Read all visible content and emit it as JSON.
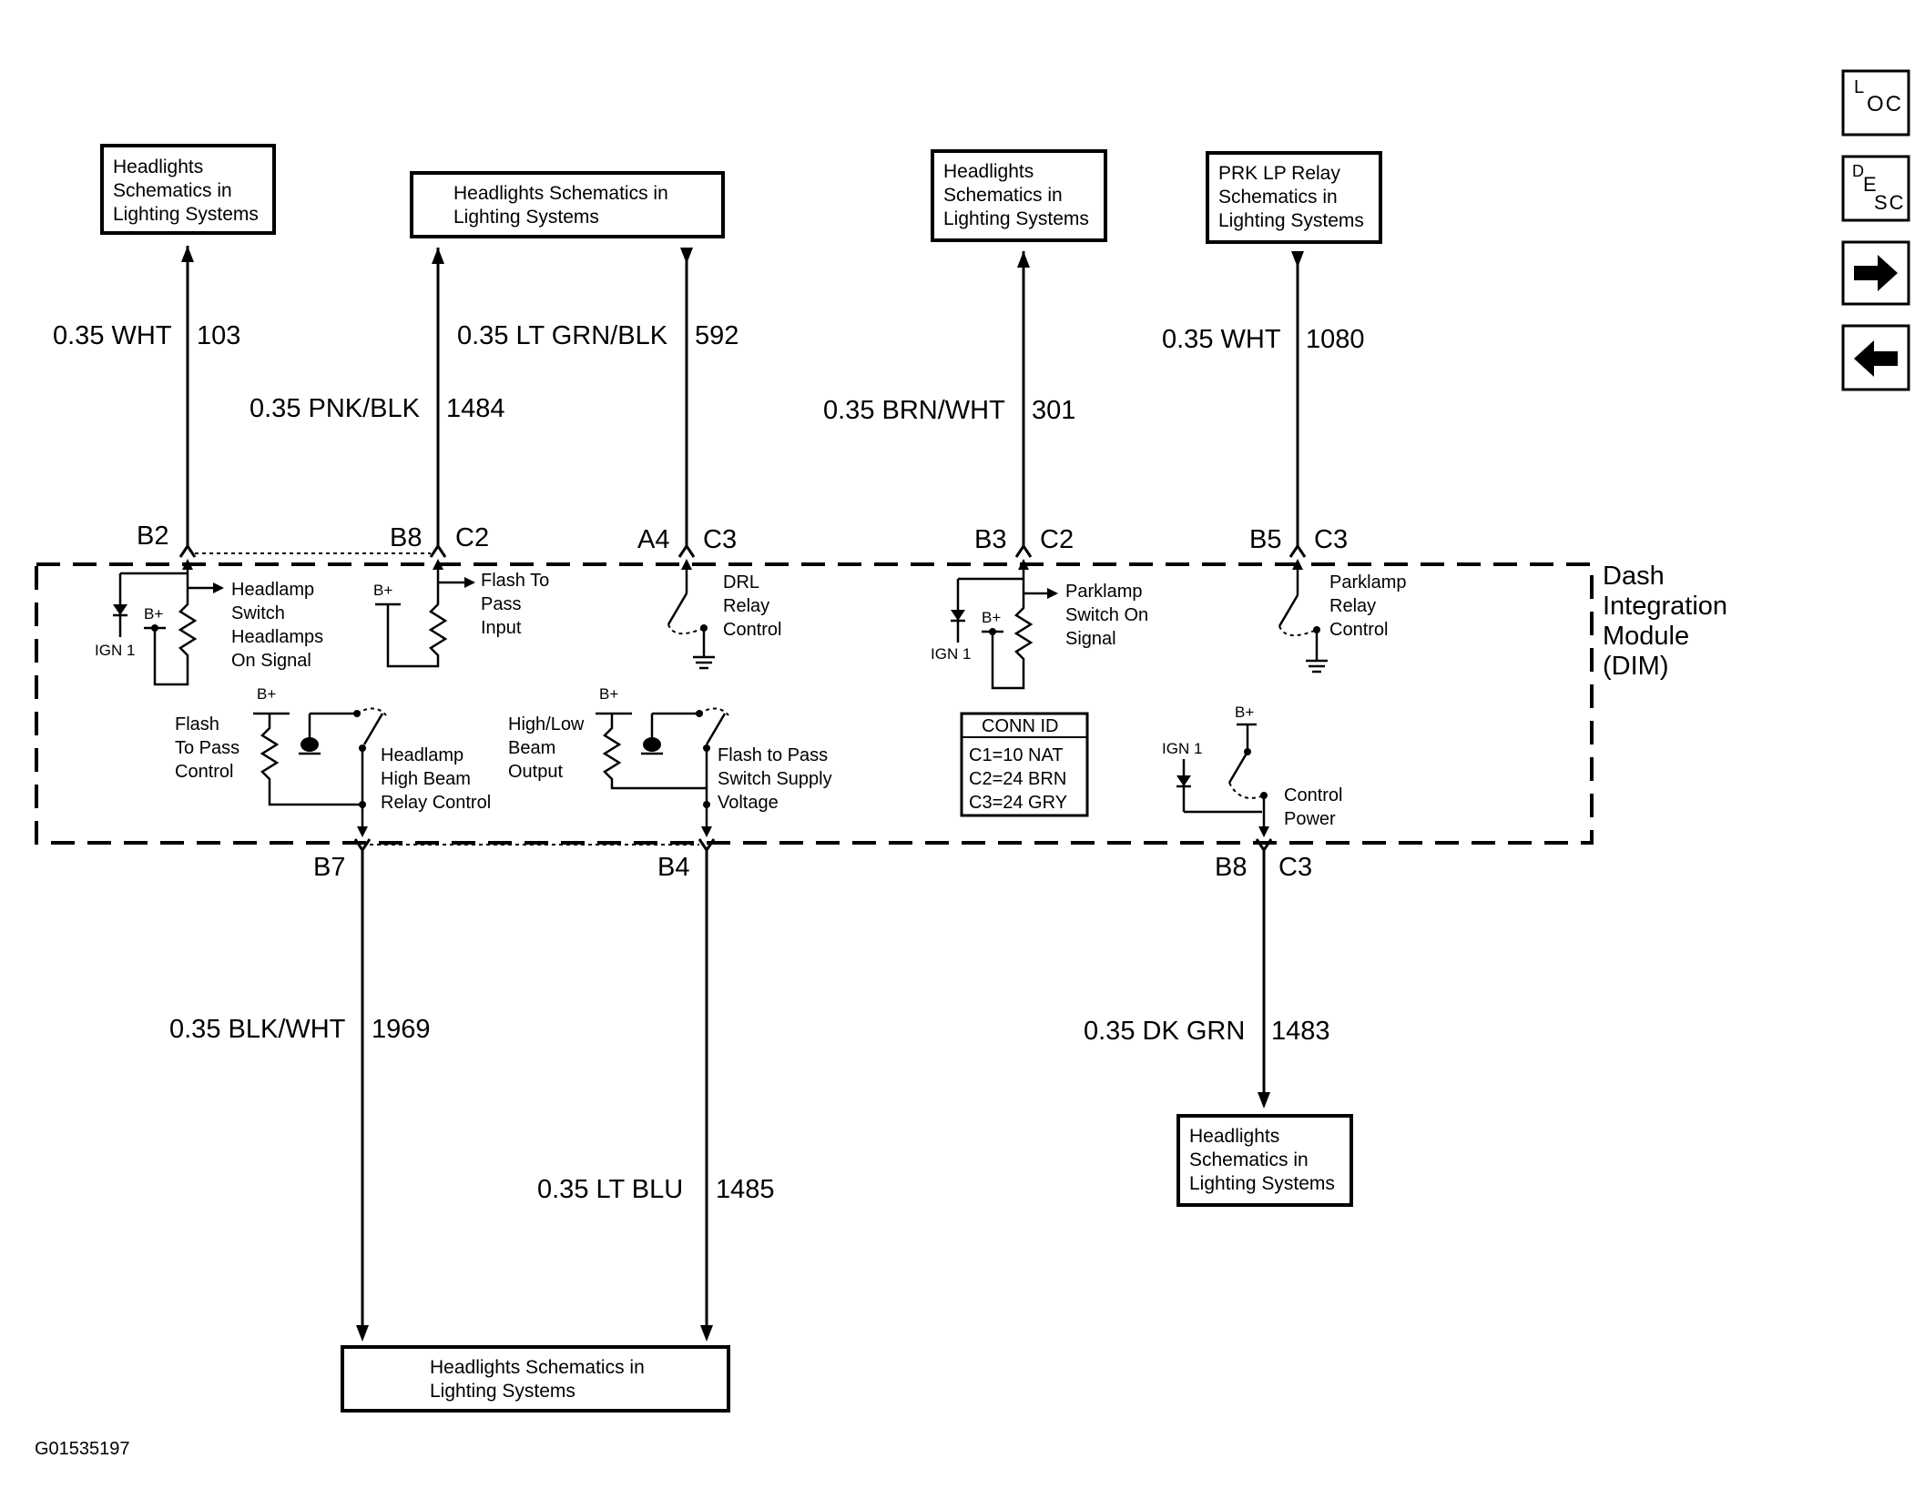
{
  "figure_id": "G01535197",
  "nav": {
    "loc_sup": "L",
    "loc_sub": "OC",
    "desc_sup": "D",
    "desc_mid": "E",
    "desc_sub": "SC"
  },
  "module": {
    "line1": "Dash",
    "line2": "Integration",
    "line3": "Module",
    "line4": "(DIM)"
  },
  "boxes": {
    "b1": [
      "Headlights",
      "Schematics in",
      "Lighting Systems"
    ],
    "b2": [
      "Headlights Schematics in",
      "Lighting Systems"
    ],
    "b3": [
      "Headlights",
      "Schematics in",
      "Lighting Systems"
    ],
    "b4": [
      "PRK LP Relay",
      "Schematics in",
      "Lighting Systems"
    ],
    "b5": [
      "Headlights",
      "Schematics in",
      "Lighting Systems"
    ],
    "b6": [
      "Headlights Schematics in",
      "Lighting Systems"
    ]
  },
  "wires": {
    "w103": {
      "label": "0.35 WHT",
      "circuit": "103"
    },
    "w1484": {
      "label": "0.35 PNK/BLK",
      "circuit": "1484"
    },
    "w592": {
      "label": "0.35 LT GRN/BLK",
      "circuit": "592"
    },
    "w301": {
      "label": "0.35 BRN/WHT",
      "circuit": "301"
    },
    "w1080": {
      "label": "0.35 WHT",
      "circuit": "1080"
    },
    "w1969": {
      "label": "0.35 BLK/WHT",
      "circuit": "1969"
    },
    "w1485": {
      "label": "0.35 LT BLU",
      "circuit": "1485"
    },
    "w1483": {
      "label": "0.35 DK GRN",
      "circuit": "1483"
    }
  },
  "pins": {
    "p1": {
      "pin": "B2"
    },
    "p2": {
      "pin": "B8",
      "conn": "C2"
    },
    "p3": {
      "pin": "A4",
      "conn": "C3"
    },
    "p4": {
      "pin": "B3",
      "conn": "C2"
    },
    "p5": {
      "pin": "B5",
      "conn": "C3"
    },
    "p6": {
      "pin": "B7"
    },
    "p7": {
      "pin": "B4"
    },
    "p8": {
      "pin": "B8",
      "conn": "C3"
    }
  },
  "internal": {
    "hs": [
      "Headlamp",
      "Switch",
      "Headlamps",
      "On Signal"
    ],
    "ftp": [
      "Flash To",
      "Pass",
      "Input"
    ],
    "drl": [
      "DRL",
      "Relay",
      "Control"
    ],
    "pk": [
      "Parklamp",
      "Switch On",
      "Signal"
    ],
    "pr": [
      "Parklamp",
      "Relay",
      "Control"
    ],
    "fpc": [
      "Flash",
      "To Pass",
      "Control"
    ],
    "hhb": [
      "Headlamp",
      "High Beam",
      "Relay Control"
    ],
    "hlb": [
      "High/Low",
      "Beam",
      "Output"
    ],
    "fps": [
      "Flash to Pass",
      "Switch Supply",
      "Voltage"
    ],
    "cp": [
      "Control",
      "Power"
    ],
    "bplus": "B+",
    "ign1": "IGN 1"
  },
  "conn_id": {
    "title": "CONN ID",
    "rows": [
      "C1=10 NAT",
      "C2=24 BRN",
      "C3=24 GRY"
    ]
  }
}
